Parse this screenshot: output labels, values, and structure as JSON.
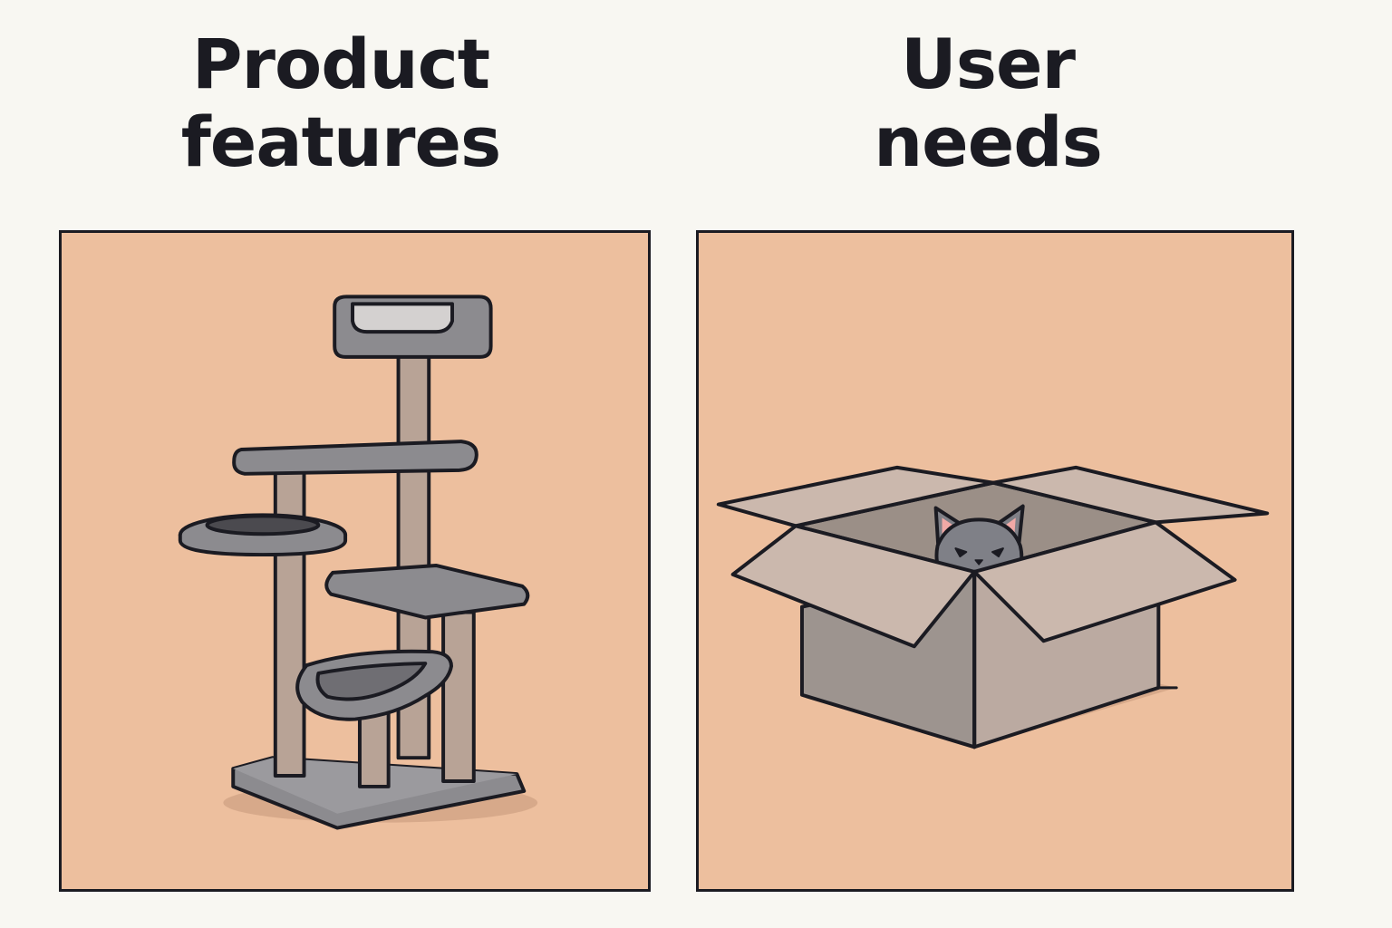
{
  "left": {
    "title_line1": "Product",
    "title_line2": "features",
    "illustration_icon": "cat-tree-icon"
  },
  "right": {
    "title_line1": "User",
    "title_line2": "needs",
    "illustration_icon": "cat-in-box-icon"
  },
  "colors": {
    "background": "#f8f7f2",
    "panel": "#edbf9e",
    "outline": "#1b1b22",
    "platform_gray": "#8c8b8f",
    "post_tan": "#b8a396",
    "cardboard": "#cbb8ad",
    "cat_gray": "#7f8087",
    "ear_pink": "#f0a9a6"
  }
}
